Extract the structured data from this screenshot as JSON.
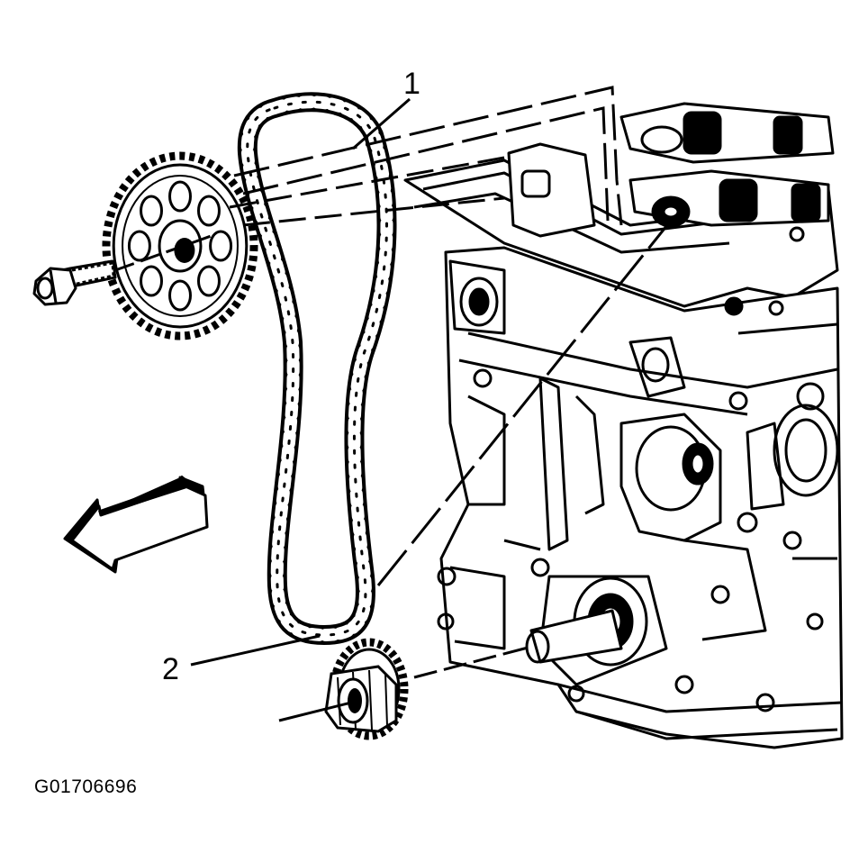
{
  "callouts": [
    {
      "label": "1"
    },
    {
      "label": "2"
    }
  ],
  "figure_id": "G01706696",
  "colors": {
    "ink": "#000000",
    "paper": "#ffffff"
  }
}
